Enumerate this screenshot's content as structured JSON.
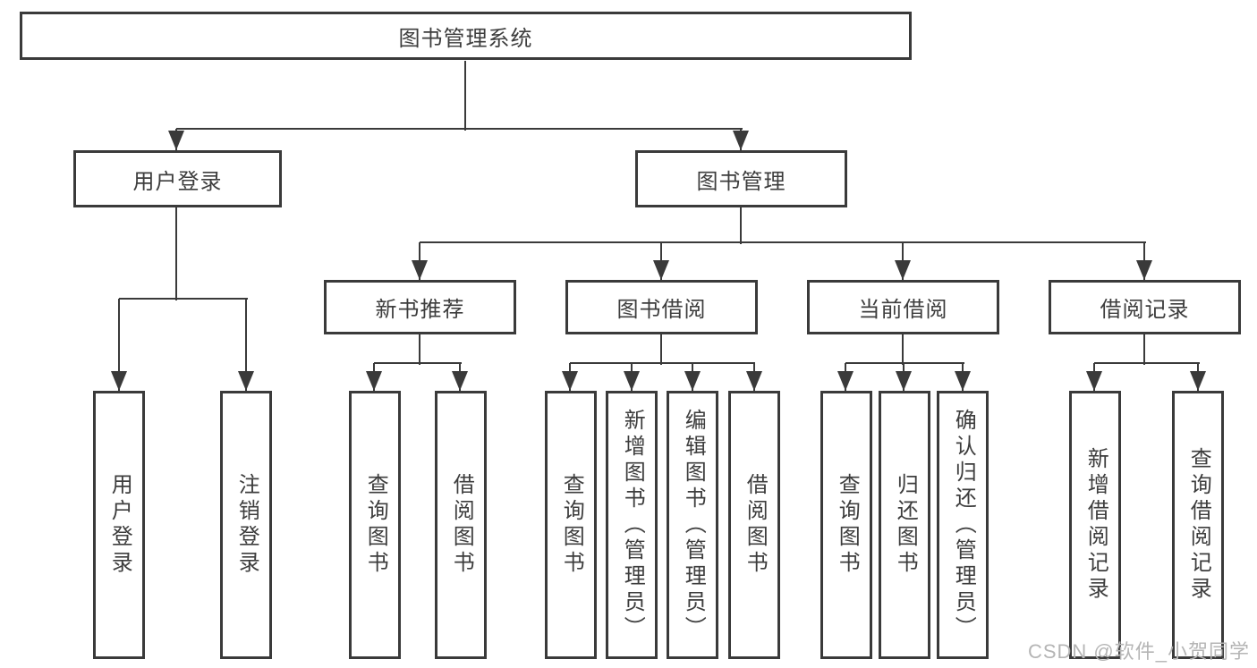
{
  "diagram": {
    "root": "图书管理系统",
    "user_branch": {
      "label": "用户登录",
      "children": [
        "用户登录",
        "注销登录"
      ]
    },
    "book_branch": {
      "label": "图书管理",
      "groups": [
        {
          "label": "新书推荐",
          "children": [
            "查询图书",
            "借阅图书"
          ]
        },
        {
          "label": "图书借阅",
          "children": [
            "查询图书",
            "新增图书（管理员）",
            "编辑图书（管理员）",
            "借阅图书"
          ]
        },
        {
          "label": "当前借阅",
          "children": [
            "查询图书",
            "归还图书",
            "确认归还（管理员）"
          ]
        },
        {
          "label": "借阅记录",
          "children": [
            "新增借阅记录",
            "查询借阅记录"
          ]
        }
      ]
    }
  },
  "watermark": "CSDN @软件_小贺同学",
  "colors": {
    "line": "#3a3a3a",
    "text": "#3d3d3d",
    "background": "#ffffff",
    "watermark": "#b5b5b5"
  }
}
